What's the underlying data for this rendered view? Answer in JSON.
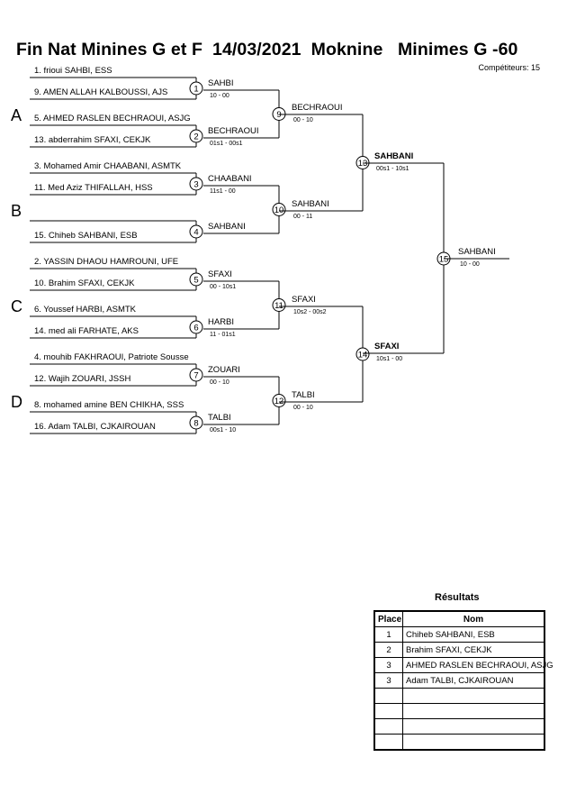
{
  "header": {
    "title": "Fin Nat Minines G et F  14/03/2021  Moknine   Minimes G -60",
    "competitors": "Compétiteurs: 15"
  },
  "groups": [
    "A",
    "B",
    "C",
    "D"
  ],
  "competitors": [
    "1. frioui SAHBI, ESS",
    "9. AMEN ALLAH KALBOUSSI, AJS",
    "5. AHMED RASLEN BECHRAOUI, ASJG",
    "13. abderrahim SFAXI, CEKJK",
    "3. Mohamed Amir CHAABANI, ASMTK",
    "11. Med Aziz THIFALLAH, HSS",
    "",
    "15. Chiheb SAHBANI, ESB",
    "2. YASSIN DHAOU HAMROUNI, UFE",
    "10. Brahim SFAXI, CEKJK",
    "6. Youssef HARBI, ASMTK",
    "14. med ali FARHATE, AKS",
    "4. mouhib FAKHRAOUI, Patriote Sousse",
    "12. Wajih ZOUARI, JSSH",
    "8. mohamed amine BEN CHIKHA, SSS",
    "16. Adam TALBI, CJKAIROUAN"
  ],
  "matches": [
    {
      "num": "1",
      "winner": "SAHBI",
      "score": "10 - 00"
    },
    {
      "num": "2",
      "winner": "BECHRAOUI",
      "score": "01s1 - 00s1"
    },
    {
      "num": "3",
      "winner": "CHAABANI",
      "score": "11s1 - 00"
    },
    {
      "num": "4",
      "winner": "SAHBANI",
      "score": ""
    },
    {
      "num": "5",
      "winner": "SFAXI",
      "score": "00 - 10s1"
    },
    {
      "num": "6",
      "winner": "HARBI",
      "score": "11 - 01s1"
    },
    {
      "num": "7",
      "winner": "ZOUARI",
      "score": "00 - 10"
    },
    {
      "num": "8",
      "winner": "TALBI",
      "score": "00s1 - 10"
    },
    {
      "num": "9",
      "winner": "BECHRAOUI",
      "score": "00 - 10"
    },
    {
      "num": "10",
      "winner": "SAHBANI",
      "score": "00 - 11"
    },
    {
      "num": "11",
      "winner": "SFAXI",
      "score": "10s2 - 00s2"
    },
    {
      "num": "12",
      "winner": "TALBI",
      "score": "00 - 10"
    },
    {
      "num": "13",
      "winner": "SAHBANI",
      "score": "00s1 - 10s1"
    },
    {
      "num": "14",
      "winner": "SFAXI",
      "score": "10s1 - 00"
    },
    {
      "num": "15",
      "winner": "SAHBANI",
      "score": "10 - 00"
    }
  ],
  "results": {
    "title": "Résultats",
    "col_place": "Place",
    "col_name": "Nom",
    "rows": [
      {
        "place": "1",
        "name": "Chiheb SAHBANI, ESB"
      },
      {
        "place": "2",
        "name": "Brahim SFAXI, CEKJK"
      },
      {
        "place": "3",
        "name": "AHMED RASLEN BECHRAOUI, ASJG"
      },
      {
        "place": "3",
        "name": "Adam TALBI, CJKAIROUAN"
      },
      {
        "place": "",
        "name": ""
      },
      {
        "place": "",
        "name": ""
      },
      {
        "place": "",
        "name": ""
      },
      {
        "place": "",
        "name": ""
      }
    ]
  }
}
